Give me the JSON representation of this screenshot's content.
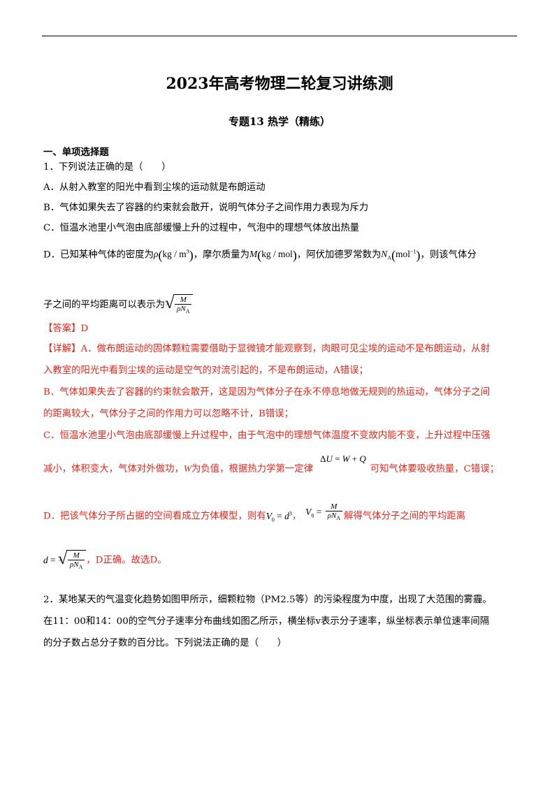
{
  "header": {
    "title": "2023年高考物理二轮复习讲练测",
    "subtitle": "专题13 热学（精练）"
  },
  "section": {
    "heading": "一、单项选择题"
  },
  "q1": {
    "stem": "1．下列说法正确的是（　　）",
    "optA": "A．从射入教室的阳光中看到尘埃的运动就是布朗运动",
    "optB": "B．气体如果失去了容器的约束就会散开，说明气体分子之间作用力表现为斥力",
    "optC": "C．恒温水池里小气泡由底部缓慢上升的过程中，气泡中的理想气体放出热量",
    "optD_a": "D．已知某种气体的密度为",
    "optD_b": "，摩尔质量为",
    "optD_c": "，阿伏加德罗常数为",
    "optD_d": "，则该气体分",
    "optD_e": "子之间的平均距离可以表示为",
    "answer": "【答案】D",
    "detail_tag": "【详解】",
    "detail_A1": "A．做布朗运动的固体颗粒需要借助于显微镜才能观察到，肉眼可见尘埃的运动不是布朗运动，从射",
    "detail_A2": "入教室的阳光中看到尘埃的运动是空气的对流引起的，不是布朗运动，A错误；",
    "detail_B1": "B．气体如果失去了容器的约束就会散开，这是因为气体分子在永不停息地做无规则的热运动，气体分子之间",
    "detail_B2": "的距离较大，气体分子之间的作用力可以忽略不计，B错误；",
    "detail_C1": "C．恒温水池里小气泡由底部缓慢上升过程中，由于气泡中的理想气体温度不变故内能不变，上升过程中压强",
    "detail_C2a": "减小，体积变大，气体对外做功，",
    "detail_C2b": "为负值，根据热力学第一定律",
    "detail_C2c": "可知气体要吸收热量，C错误；",
    "detail_D1a": "D．把该气体分子所占据的空间看成立方体模型，则有",
    "detail_D1b": "，",
    "detail_D1c": "解得气体分子之间的平均距离",
    "detail_D2": "，D正确。故选D。"
  },
  "q2": {
    "line1": "2．某地某天的气温变化趋势如图甲所示，细颗粒物（PM2.5等）的污染程度为中度，出现了大范围的雾霾。",
    "line2": "在11：00和14：00的空气分子速率分布曲线如图乙所示，横坐标v表示分子速率，纵坐标表示单位速率间隔",
    "line3": "的分子数占总分子数的百分比。下列说法正确的是（　　）"
  },
  "colors": {
    "answer": "#e8261a",
    "text": "#000000"
  }
}
